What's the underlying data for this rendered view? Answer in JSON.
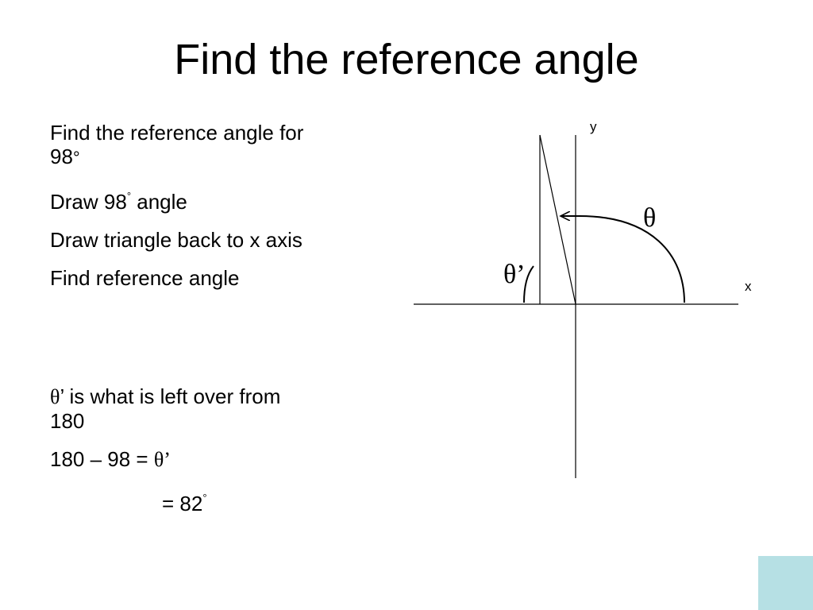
{
  "slide": {
    "title": "Find the reference angle"
  },
  "steps": {
    "line1": "Find the reference angle for",
    "line1_value": "98",
    "line1_degree": "°",
    "line2_prefix": "Draw 98",
    "line2_degree": "°",
    "line2_suffix": " angle",
    "line3": "Draw triangle back to x axis",
    "line4": "Find reference angle"
  },
  "calc": {
    "theta": "θ",
    "line1_text": "’ is what is left over from",
    "line1_cont": "180",
    "line2_prefix": "180 – 98 = ",
    "line2_theta_prime": "θ’",
    "line3_text": "= 82",
    "line3_degree": "°"
  },
  "diagram": {
    "x_label": "x",
    "y_label": "y",
    "theta_label": "θ",
    "theta_prime_label": "θ’",
    "angle_deg": 98,
    "reference_angle_deg": 82
  },
  "colors": {
    "accent_box": "#b6e0e4"
  }
}
